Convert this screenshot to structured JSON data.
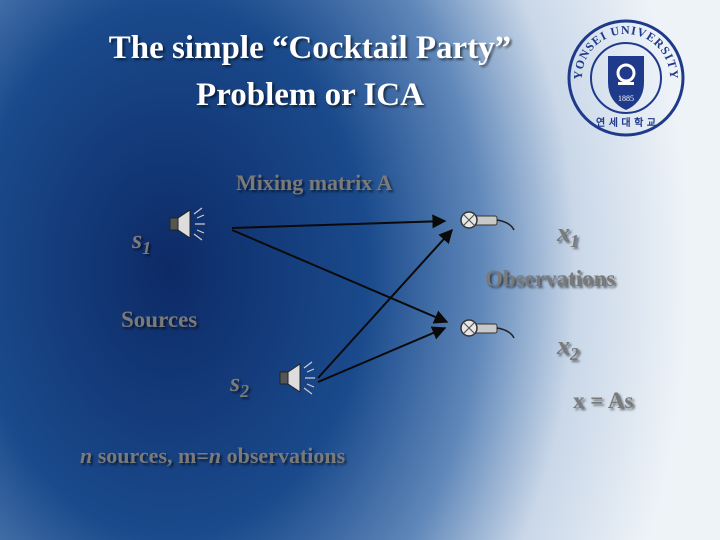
{
  "slide": {
    "title_line1": "The simple “Cocktail Party”",
    "title_line2": "Problem or ICA",
    "logo": {
      "arc_text": "YONSEI UNIVERSITY",
      "year": "1885",
      "bottom_text": "연 세 대 학 교"
    },
    "colors": {
      "title": "#ffffff",
      "label": "#7a7a7a",
      "arrow": "#0a0a0a",
      "logo": "#1f3a8a"
    }
  },
  "diagram": {
    "mixing_label": "Mixing matrix A",
    "s1": {
      "letter": "s",
      "sub": "1"
    },
    "s2": {
      "letter": "s",
      "sub": "2"
    },
    "x1": {
      "letter": "x",
      "sub": "1"
    },
    "x2": {
      "letter": "x",
      "sub": "2"
    },
    "sources_label": "Sources",
    "observations_label": "Observations",
    "equation": "x = As",
    "footnote": {
      "n1": "n",
      "mid": " sources, m=",
      "n2": "n",
      "end": " observations"
    }
  }
}
